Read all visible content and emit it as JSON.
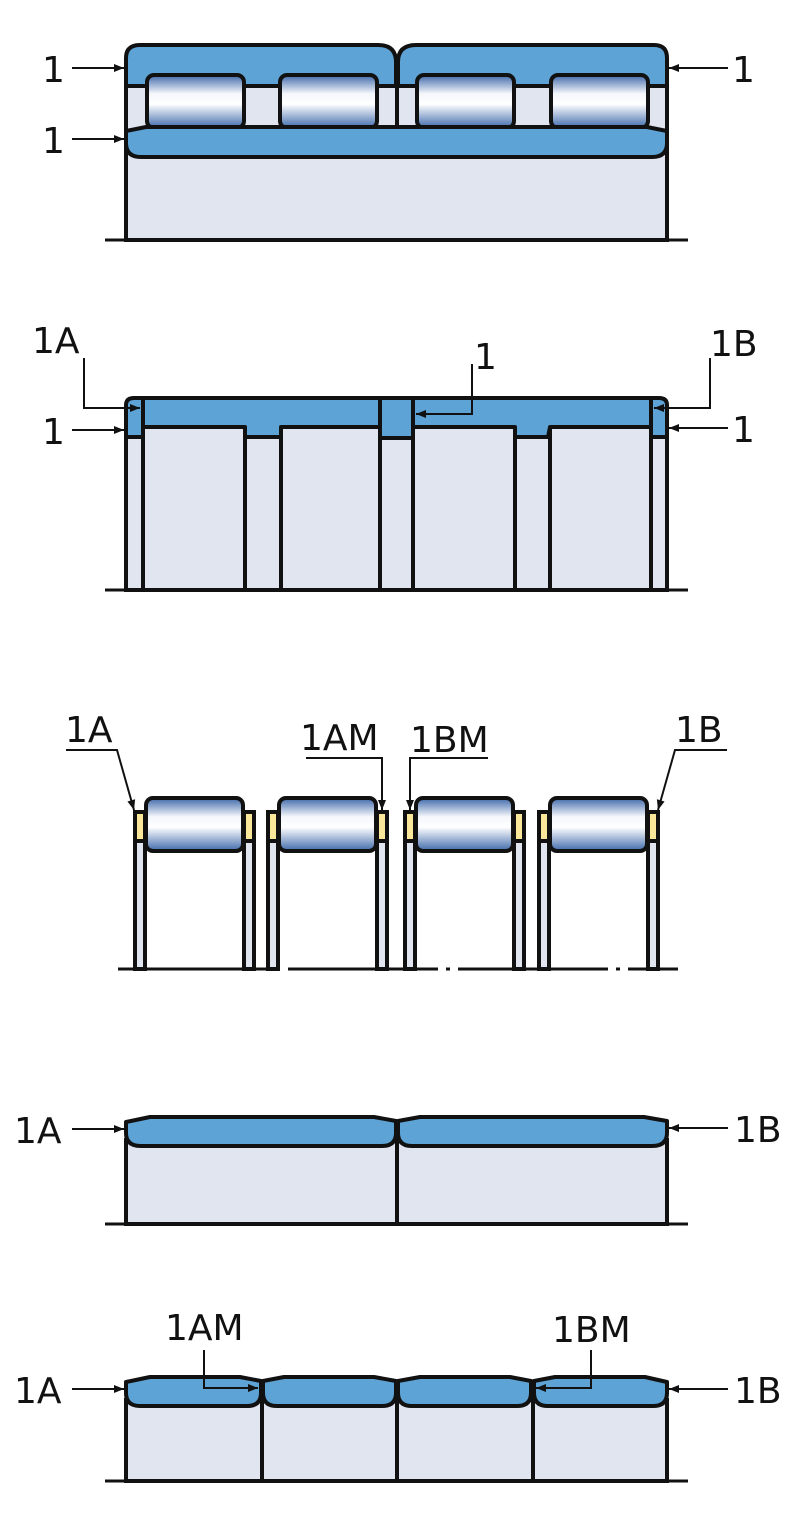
{
  "colors": {
    "ring": "#5ea3d6",
    "bore": "#e1e5ef",
    "spacer": "#fbe79a",
    "outline": "#111111"
  },
  "figures": [
    {
      "id": "fig1",
      "labels": [
        "1",
        "1",
        "1"
      ]
    },
    {
      "id": "fig2",
      "labels": [
        "1A",
        "1",
        "1B",
        "1",
        "1"
      ]
    },
    {
      "id": "fig3",
      "labels": [
        "1A",
        "1AM",
        "1BM",
        "1B"
      ]
    },
    {
      "id": "fig4",
      "labels": [
        "1A",
        "1B"
      ]
    },
    {
      "id": "fig5",
      "labels": [
        "1AM",
        "1BM",
        "1A",
        "1B"
      ]
    }
  ]
}
